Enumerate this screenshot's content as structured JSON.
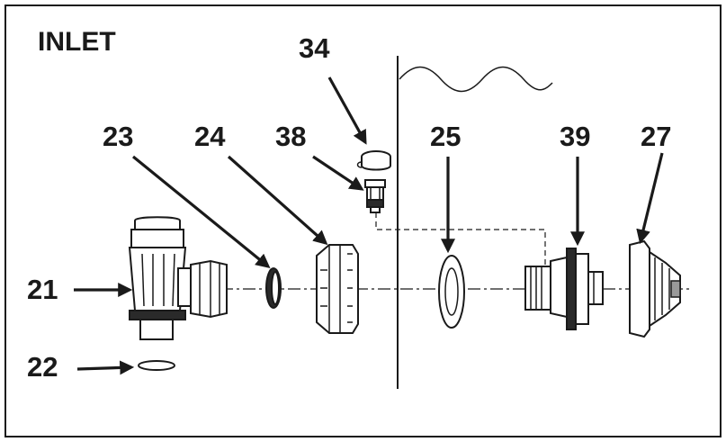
{
  "diagram": {
    "title": "INLET",
    "parts": {
      "p21": "21",
      "p22": "22",
      "p23": "23",
      "p24": "24",
      "p25": "25",
      "p27": "27",
      "p34": "34",
      "p38": "38",
      "p39": "39"
    }
  },
  "colors": {
    "ink": "#1a1a1a",
    "background": "#ffffff",
    "shade": "#9a9a9a"
  }
}
